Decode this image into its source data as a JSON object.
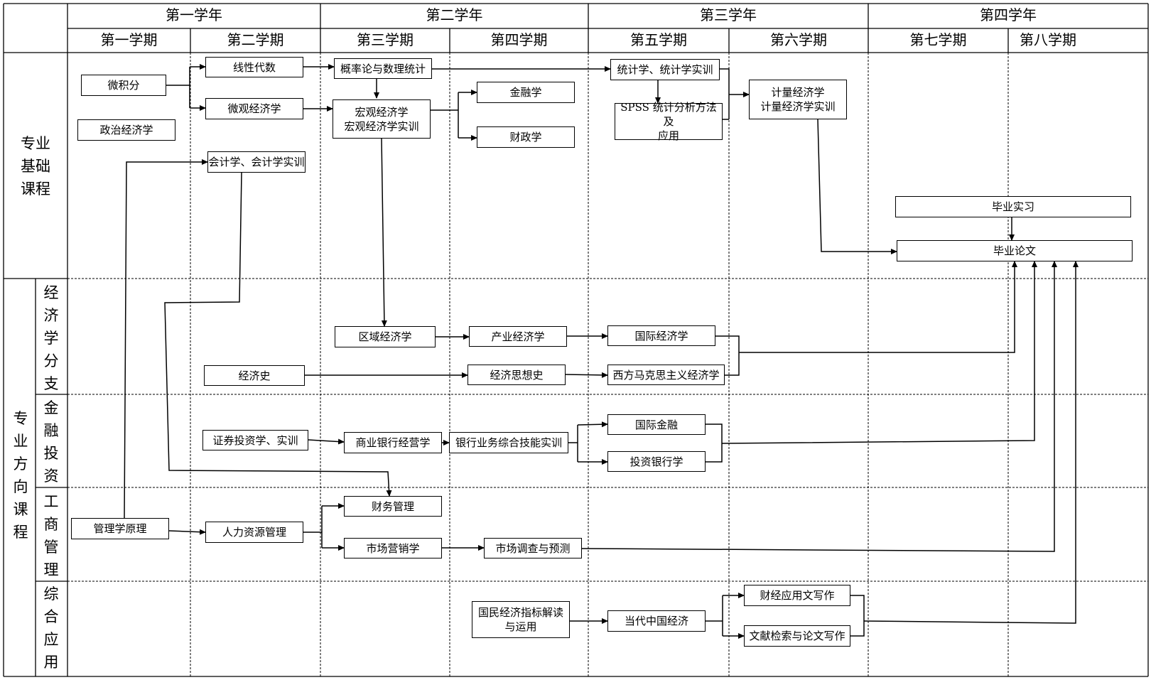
{
  "years": [
    "第一学年",
    "第二学年",
    "第三学年",
    "第四学年"
  ],
  "semesters": [
    "第一学期",
    "第二学期",
    "第三学期",
    "第四学期",
    "第五学期",
    "第六学期",
    "第七学期",
    "第八学期"
  ],
  "rows": {
    "foundation": "专业\n基础\n课程",
    "direction": "专\n业\n方\n向\n课\n程",
    "econ": "经\n济\n学\n分\n支",
    "finance": "金\n融\n投\n资",
    "business": "工\n商\n管\n理",
    "applied": "综\n合\n应\n用"
  },
  "courses": {
    "calculus": "微积分",
    "political_economy": "政治经济学",
    "linear_algebra": "线性代数",
    "microeconomics": "微观经济学",
    "accounting": "会计学、会计学实训",
    "probability": "概率论与数理统计",
    "macroeconomics": "宏观经济学\n宏观经济学实训",
    "finance_course": "金融学",
    "public_finance": "财政学",
    "statistics": "统计学、统计学实训",
    "spss": "SPSS 统计分析方法及\n应用",
    "econometrics": "计量经济学\n计量经济学实训",
    "internship": "毕业实习",
    "thesis": "毕业论文",
    "regional_econ": "区域经济学",
    "industrial_econ": "产业经济学",
    "international_econ": "国际经济学",
    "econ_history": "经济史",
    "econ_thought": "经济思想史",
    "western_marxist": "西方马克思主义经济学",
    "securities": "证券投资学、实训",
    "commercial_bank": "商业银行经营学",
    "bank_training": "银行业务综合技能实训",
    "international_finance": "国际金融",
    "investment_bank": "投资银行学",
    "financial_mgmt": "财务管理",
    "management": "管理学原理",
    "hr_mgmt": "人力资源管理",
    "marketing": "市场营销学",
    "market_research": "市场调查与预测",
    "indicators": "国民经济指标解读\n与运用",
    "china_econ": "当代中国经济",
    "finance_writing": "财经应用文写作",
    "literature_search": "文献检索与论文写作"
  }
}
